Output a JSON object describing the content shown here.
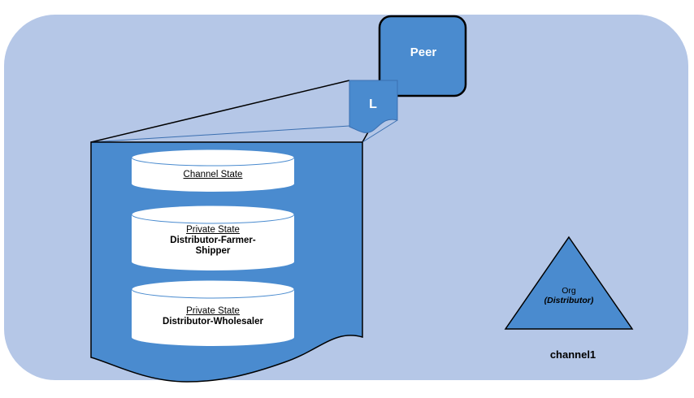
{
  "peer": {
    "label": "Peer"
  },
  "ledger": {
    "label": "L"
  },
  "states": [
    {
      "title": "Channel State",
      "detail": ""
    },
    {
      "title": "Private State",
      "detail": "Distributor-Farmer-\nShipper"
    },
    {
      "title": "Private State",
      "detail": "Distributor-Wholesaler"
    }
  ],
  "org": {
    "name": "Org",
    "role": "(Distributor)"
  },
  "channel": {
    "label": "channel1"
  },
  "colors": {
    "channel_fill": "#b5c7e7",
    "shape_fill": "#4a8bcf",
    "outline": "#000000",
    "db_fill": "#ffffff"
  }
}
